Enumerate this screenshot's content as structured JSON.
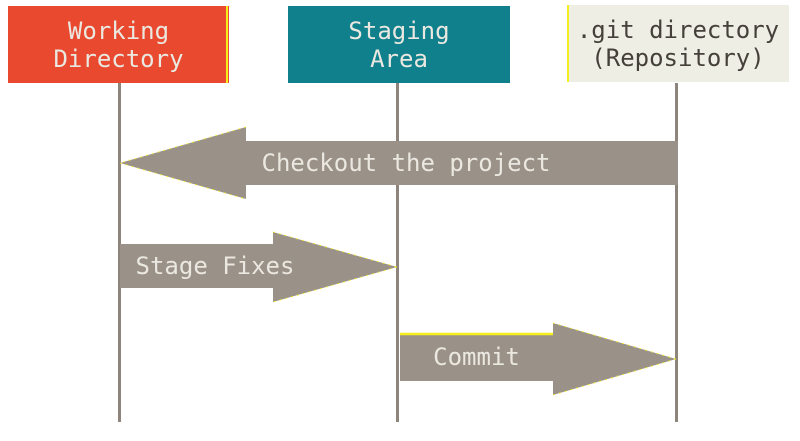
{
  "diagram": {
    "type": "git-areas-flow",
    "columns": [
      {
        "id": "working-directory",
        "label_lines": [
          "Working",
          "Directory"
        ]
      },
      {
        "id": "staging-area",
        "label_lines": [
          "Staging",
          "Area"
        ]
      },
      {
        "id": "git-directory",
        "label_lines": [
          ".git directory",
          "(Repository)"
        ]
      }
    ],
    "arrows": [
      {
        "label": "Checkout the project",
        "from": "git-directory",
        "to": "working-directory",
        "direction": "left"
      },
      {
        "label": "Stage Fixes",
        "from": "working-directory",
        "to": "staging-area",
        "direction": "right"
      },
      {
        "label": "Commit",
        "from": "staging-area",
        "to": "git-directory",
        "direction": "right"
      }
    ]
  },
  "colors": {
    "box_orange": "#E8492F",
    "box_teal": "#0F808C",
    "box_cream": "#EFEEE5",
    "arrow_gray": "#9A9188",
    "lifeline_gray": "#8D857C",
    "label_light": "#EAE8E1",
    "label_dark": "#45403A",
    "artifact_yellow": "#F5EE1E"
  }
}
